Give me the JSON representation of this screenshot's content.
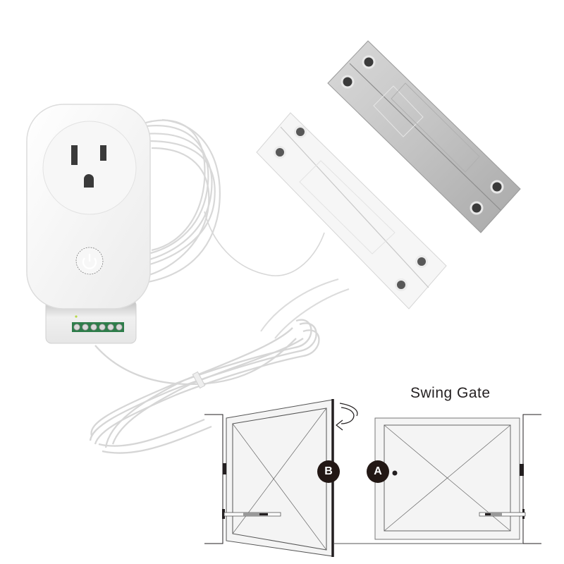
{
  "product": {
    "components": [
      "smart-plug-controller",
      "steel-door-sensor-white",
      "steel-door-sensor-silver",
      "sensor-wire-bundle"
    ],
    "terminal_count": 6
  },
  "diagram": {
    "title": "Swing Gate",
    "labels": {
      "open_door": "B",
      "closed_door": "A"
    },
    "colors": {
      "badge": "#231815",
      "line": "#231f20",
      "panel_fill": "#f4f4f4",
      "terminal_block": "#2e7d4a"
    }
  }
}
